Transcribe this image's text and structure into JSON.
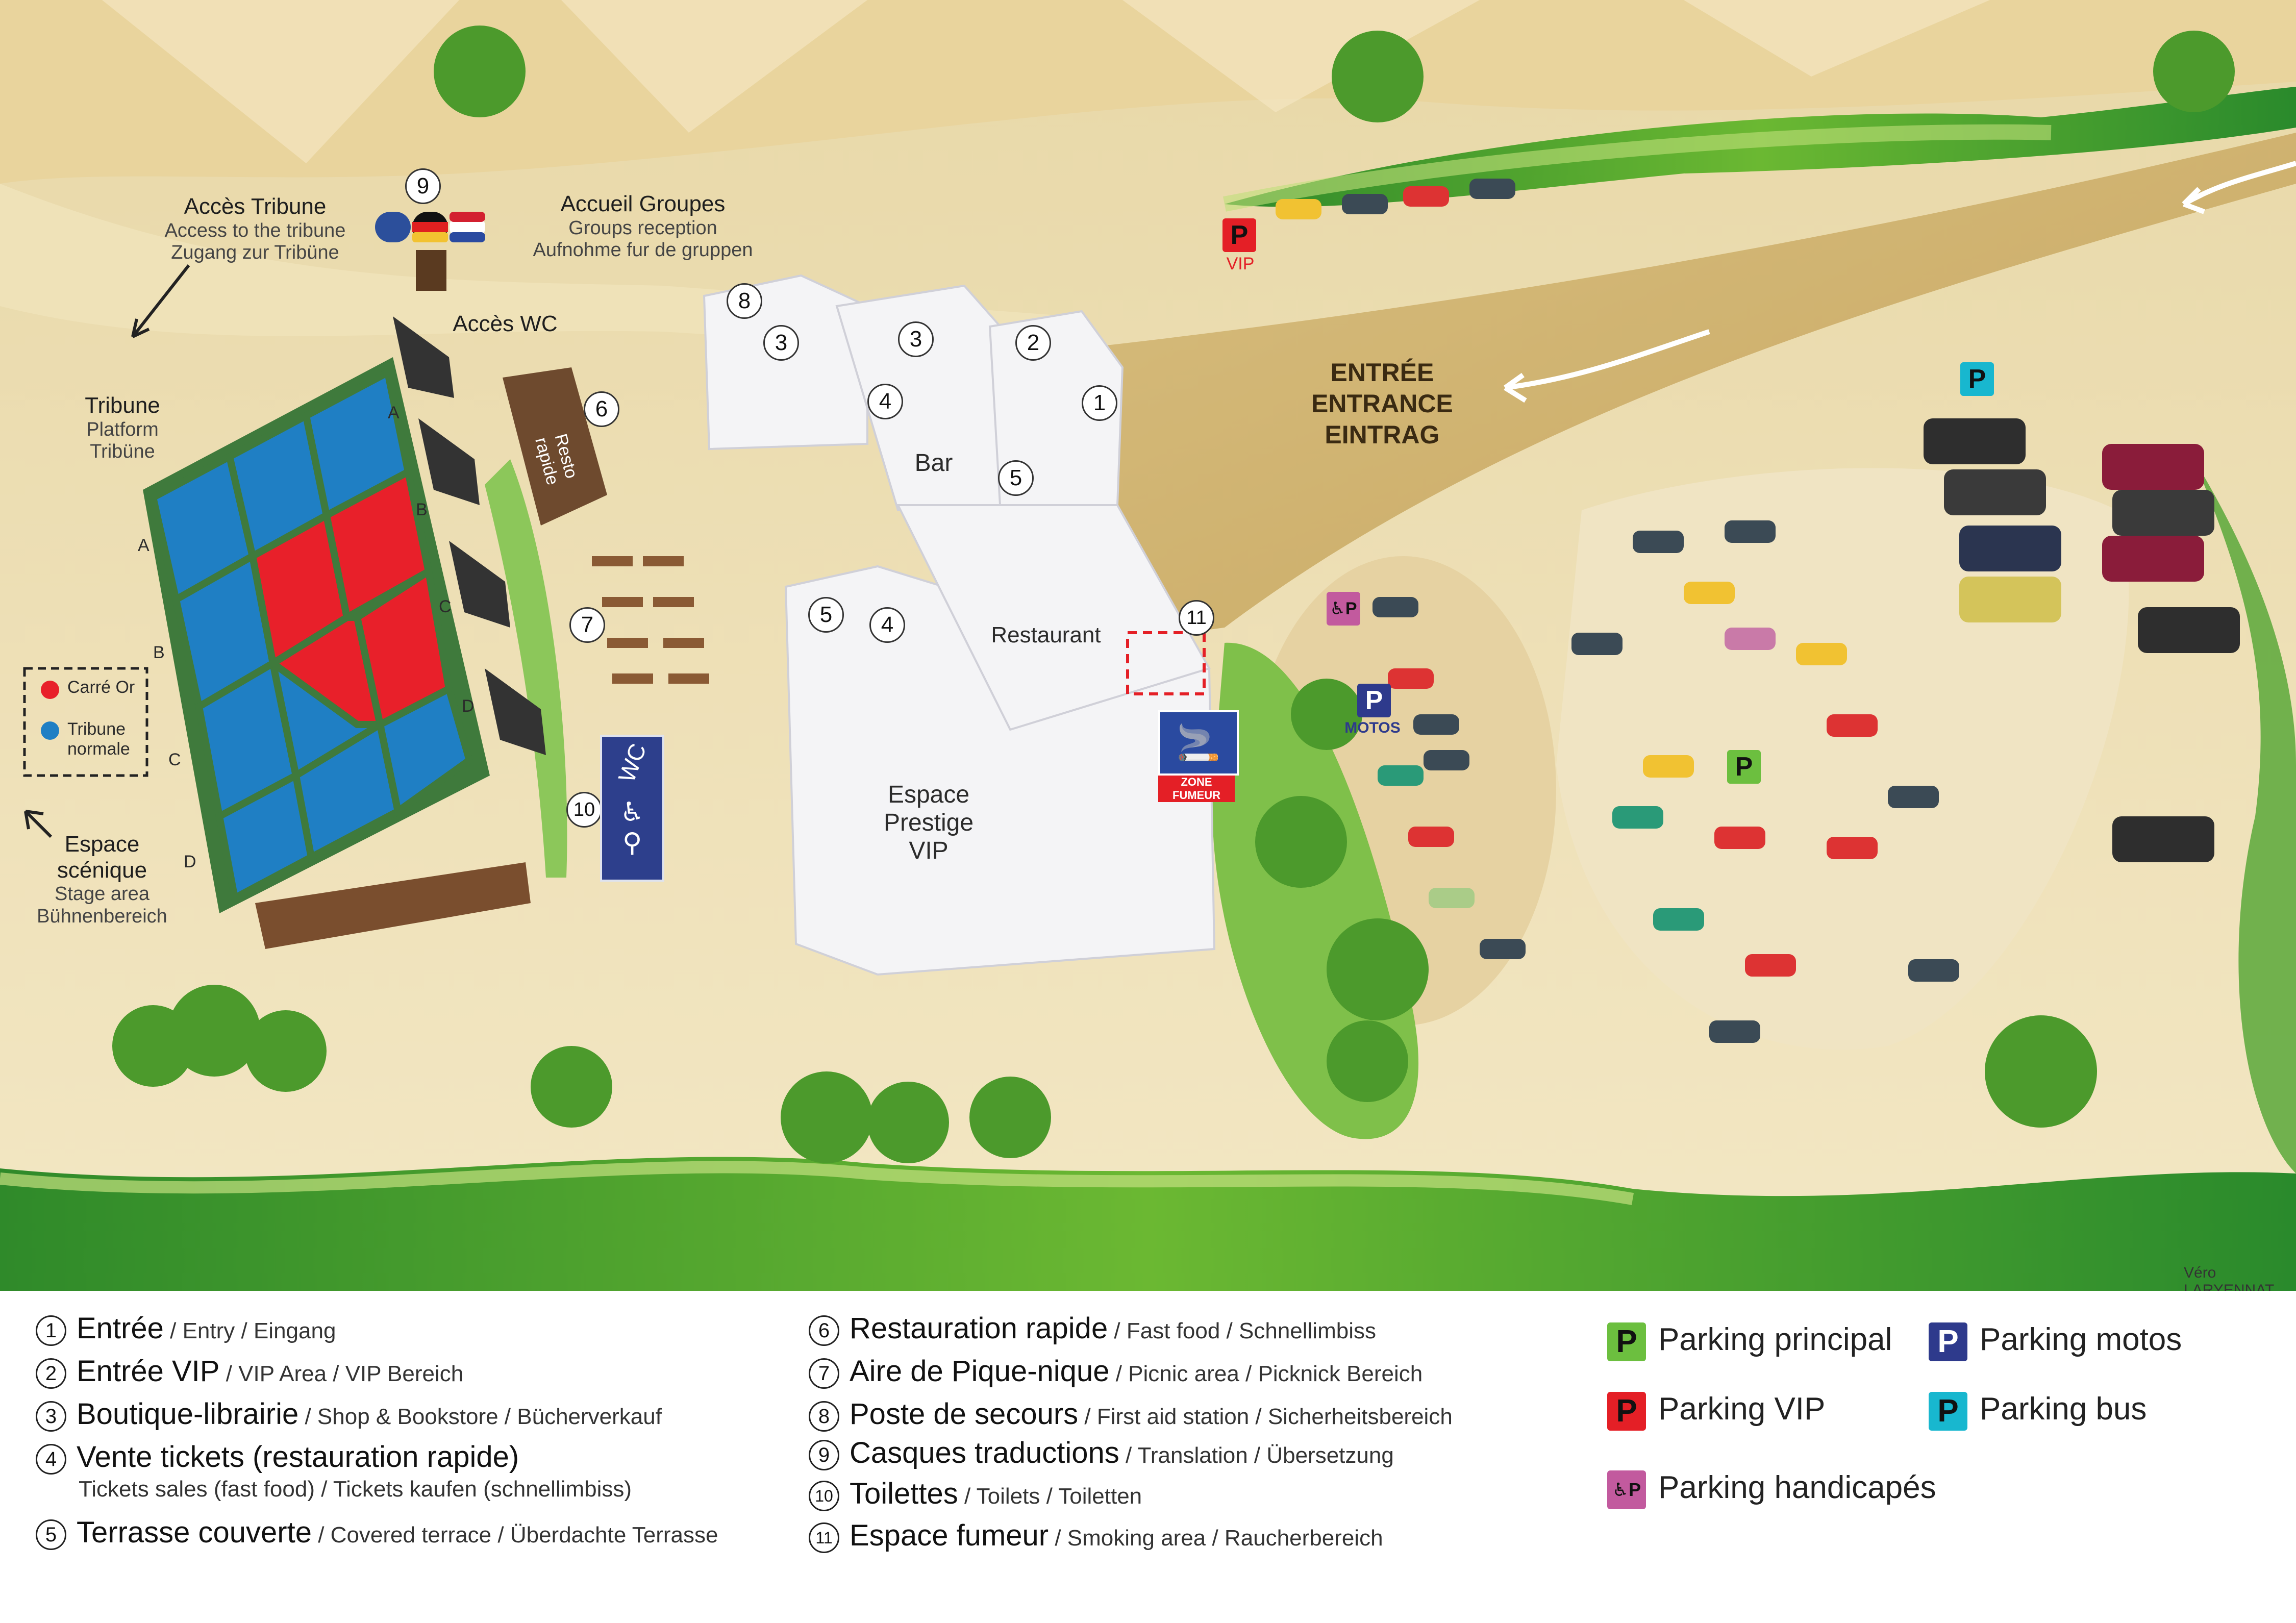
{
  "map": {
    "labels": {
      "acces_tribune": {
        "fr": "Accès Tribune",
        "en": "Access to the tribune",
        "de": "Zugang zur Tribüne"
      },
      "accueil_groupes": {
        "fr": "Accueil Groupes",
        "en": "Groups reception",
        "de": "Aufnohme fur de gruppen"
      },
      "acces_wc": "Accès WC",
      "tribune": {
        "fr": "Tribune",
        "en": "Platform",
        "de": "Tribüne"
      },
      "espace_scenique": {
        "fr1": "Espace",
        "fr2": "scénique",
        "en": "Stage area",
        "de": "Bühnenbereich"
      },
      "entree": [
        "ENTRÉE",
        "ENTRANCE",
        "EINTRAG"
      ],
      "resto_rapide": "Resto rapide",
      "bar": "Bar",
      "restaurant": "Restaurant",
      "espace_prestige": [
        "Espace",
        "Prestige",
        "VIP"
      ],
      "vip": "VIP",
      "motos": "MOTOS",
      "zone_fumeur": [
        "ZONE",
        "FUMEUR"
      ],
      "wc": "WC"
    },
    "stand_letters": [
      "A",
      "B",
      "C",
      "D"
    ],
    "seating_legend": {
      "carre_or": "Carré Or",
      "tribune_normale": [
        "Tribune",
        "normale"
      ],
      "carre_or_color": "#e8202a",
      "tribune_color": "#1f7fc4"
    },
    "markers": [
      "1",
      "2",
      "3",
      "4",
      "5",
      "6",
      "7",
      "8",
      "9",
      "10",
      "11"
    ],
    "parking_marks": {
      "p": "P",
      "accessible_p": "♿P"
    },
    "credit": "Véro LARYENNAT"
  },
  "legend": {
    "items": [
      {
        "num": "1",
        "fr": "Entrée",
        "rest": "Entry / Eingang"
      },
      {
        "num": "2",
        "fr": "Entrée VIP",
        "rest": "VIP Area / VIP Bereich"
      },
      {
        "num": "3",
        "fr": "Boutique-librairie",
        "rest": "Shop & Bookstore / Bücherverkauf"
      },
      {
        "num": "4",
        "fr": "Vente tickets (restauration rapide)",
        "rest": "Tickets sales (fast food) / Tickets kaufen (schnellimbiss)"
      },
      {
        "num": "5",
        "fr": "Terrasse couverte",
        "rest": "Covered terrace / Überdachte Terrasse"
      },
      {
        "num": "6",
        "fr": "Restauration rapide",
        "rest": "Fast food / Schnellimbiss"
      },
      {
        "num": "7",
        "fr": "Aire de Pique-nique",
        "rest": "Picnic area / Picknick Bereich"
      },
      {
        "num": "8",
        "fr": "Poste de secours",
        "rest": "First aid station / Sicherheitsbereich"
      },
      {
        "num": "9",
        "fr": "Casques traductions",
        "rest": "Translation / Übersetzung"
      },
      {
        "num": "10",
        "fr": "Toilettes",
        "rest": "Toilets / Toiletten"
      },
      {
        "num": "11",
        "fr": "Espace fumeur",
        "rest": "Smoking area / Raucherbereich"
      }
    ],
    "parking": [
      {
        "label": "Parking principal",
        "mark": "P",
        "color": "#6cbf3f"
      },
      {
        "label": "Parking motos",
        "mark": "P",
        "color": "#2e3a8c"
      },
      {
        "label": "Parking VIP",
        "mark": "P",
        "color": "#e41f26"
      },
      {
        "label": "Parking bus",
        "mark": "P",
        "color": "#18b7cf"
      },
      {
        "label": "Parking handicapés",
        "mark": "♿P",
        "color": "#c25a9e"
      }
    ]
  }
}
